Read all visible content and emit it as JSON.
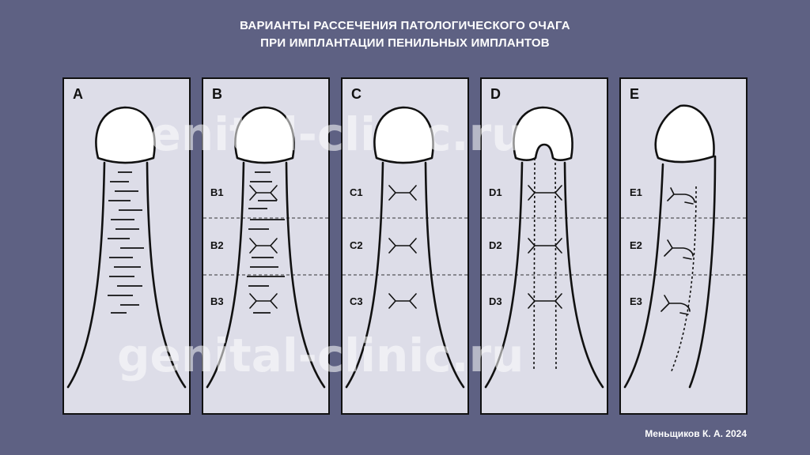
{
  "title": {
    "line1": "ВАРИАНТЫ РАССЕЧЕНИЯ ПАТОЛОГИЧЕСКОГО ОЧАГА",
    "line2": "ПРИ ИМПЛАНТАЦИИ ПЕНИЛЬНЫХ ИМПЛАНТОВ"
  },
  "panels": [
    {
      "letter": "A",
      "rows": []
    },
    {
      "letter": "B",
      "rows": [
        "B1",
        "B2",
        "B3"
      ]
    },
    {
      "letter": "C",
      "rows": [
        "C1",
        "C2",
        "C3"
      ]
    },
    {
      "letter": "D",
      "rows": [
        "D1",
        "D2",
        "D3"
      ]
    },
    {
      "letter": "E",
      "rows": [
        "E1",
        "E2",
        "E3"
      ]
    }
  ],
  "watermark": "genital-clinic.ru",
  "credit": "Меньщиков К. А. 2024",
  "colors": {
    "background": "#5e6183",
    "panel": "#dddde8",
    "line": "#111111"
  }
}
